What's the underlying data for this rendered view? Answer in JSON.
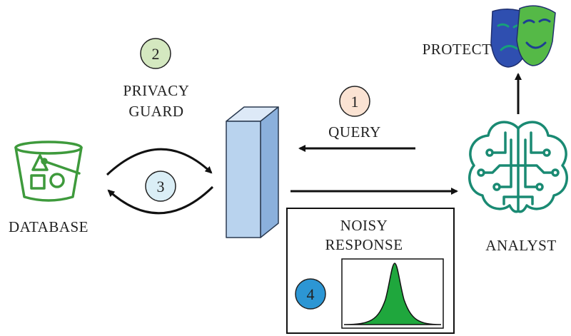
{
  "labels": {
    "database": "DATABASE",
    "privacy_guard_line1": "PRIVACY",
    "privacy_guard_line2": "GUARD",
    "query": "QUERY",
    "noisy_line1": "NOISY",
    "noisy_line2": "RESPONSE",
    "analyst": "ANALYST",
    "protect": "PROTECT"
  },
  "steps": {
    "one": "1",
    "two": "2",
    "three": "3",
    "four": "4"
  },
  "colors": {
    "step1": "#fbe3d3",
    "step2": "#d4e8c0",
    "step3": "#daeef6",
    "step4": "#2c96d4",
    "database_green": "#3e9a3c",
    "brain_teal": "#1a8a73",
    "server_front": "#b9d3ee",
    "server_side": "#8bb0dc",
    "server_top": "#dde9f7",
    "curve_fill": "#1fa73d",
    "mask_blue": "#2f4fb0",
    "mask_green": "#55b947",
    "arrow": "#111111"
  },
  "icons": {
    "database": "database-bucket-icon",
    "server": "server-tower-icon",
    "analyst": "ai-brain-icon",
    "protect": "theater-masks-icon",
    "curve": "gaussian-curve-icon"
  }
}
